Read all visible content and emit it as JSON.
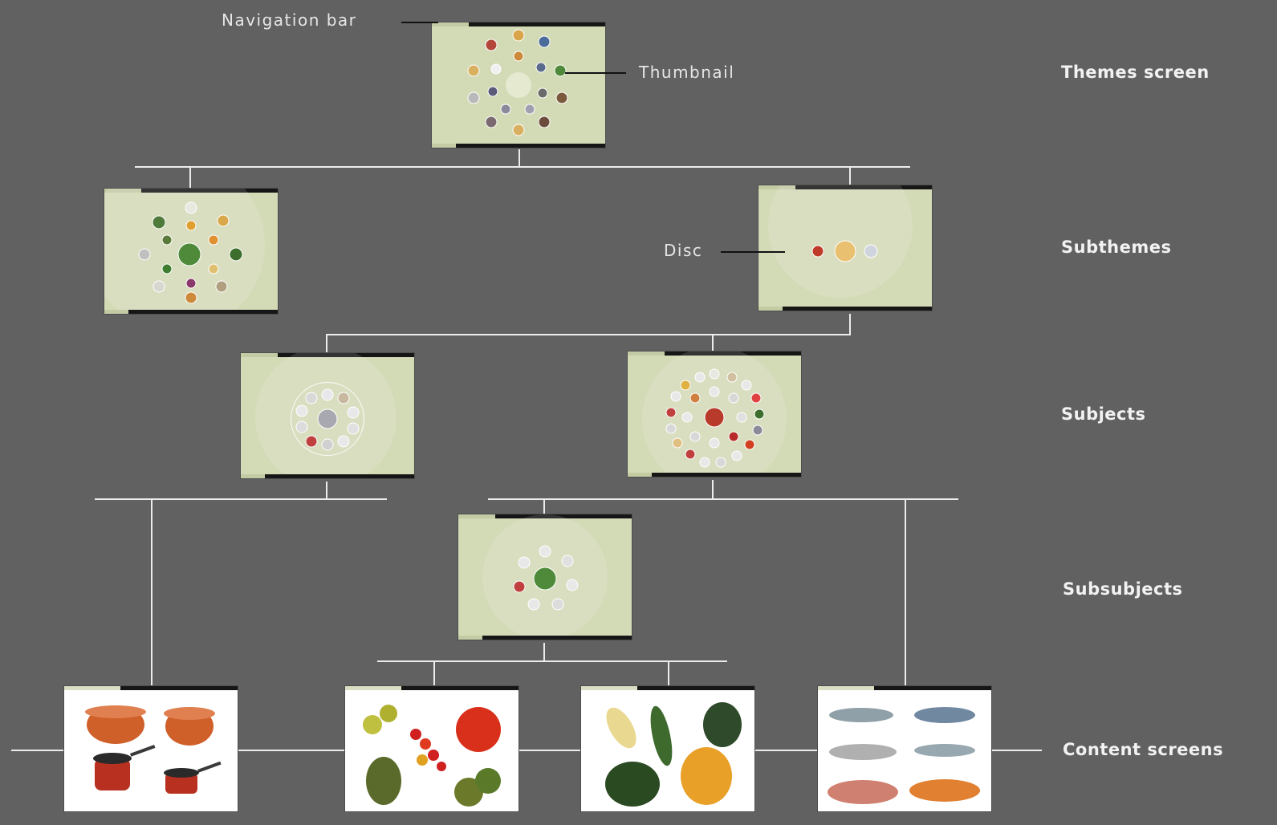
{
  "annotations": {
    "navigation_bar": "Navigation bar",
    "thumbnail": "Thumbnail",
    "disc": "Disc"
  },
  "levels": {
    "themes": "Themes screen",
    "subthemes": "Subthemes",
    "subjects": "Subjects",
    "subsubjects": "Subsubjects",
    "content": "Content screens"
  },
  "colors": {
    "background": "#616161",
    "screen": "#d3dab6",
    "connector": "#ececec",
    "text": "#e6e6e6"
  }
}
